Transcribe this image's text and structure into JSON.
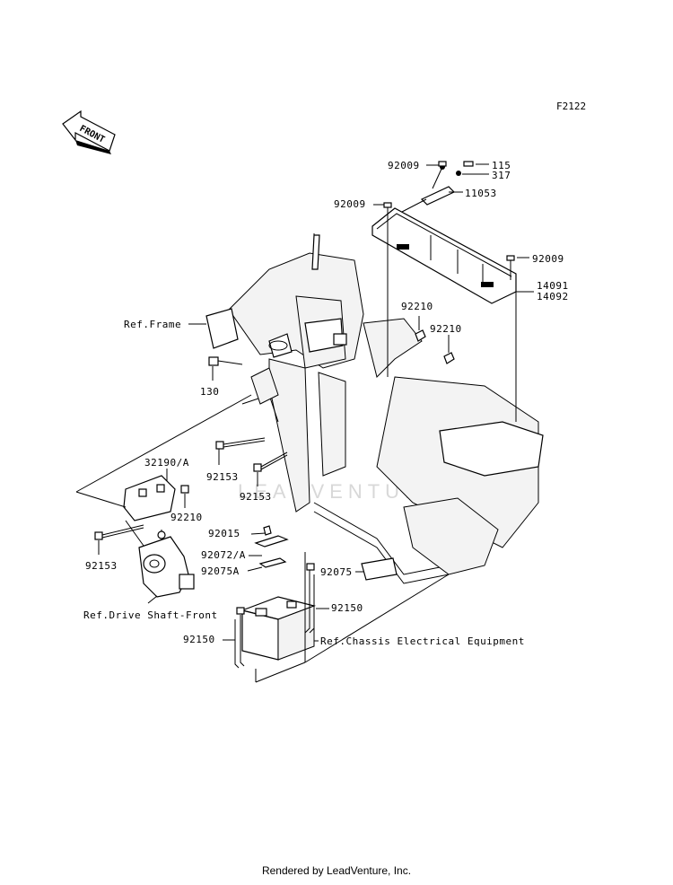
{
  "diagram_code": "F2122",
  "front_arrow_label": "FRONT",
  "watermark": "LEADVENTURE",
  "footer": "Rendered by LeadVenture, Inc.",
  "callouts": {
    "c92009a": "92009",
    "c115": "115",
    "c317": "317",
    "c92009b": "92009",
    "c11053": "11053",
    "c92009c": "92009",
    "c14091": "14091",
    "c14092": "14092",
    "c92210a": "92210",
    "c92210b": "92210",
    "ref_frame": "Ref.Frame",
    "c130": "130",
    "c32190": "32190/A",
    "c92210c": "92210",
    "c92153a": "92153",
    "c92153b": "92153",
    "c92153c": "92153",
    "c92015": "92015",
    "c92072": "92072/A",
    "c92075a": "92075A",
    "c92075": "92075",
    "c92150a": "92150",
    "c92150b": "92150",
    "ref_drive": "Ref.Drive Shaft-Front",
    "ref_chassis": "Ref.Chassis Electrical Equipment"
  }
}
